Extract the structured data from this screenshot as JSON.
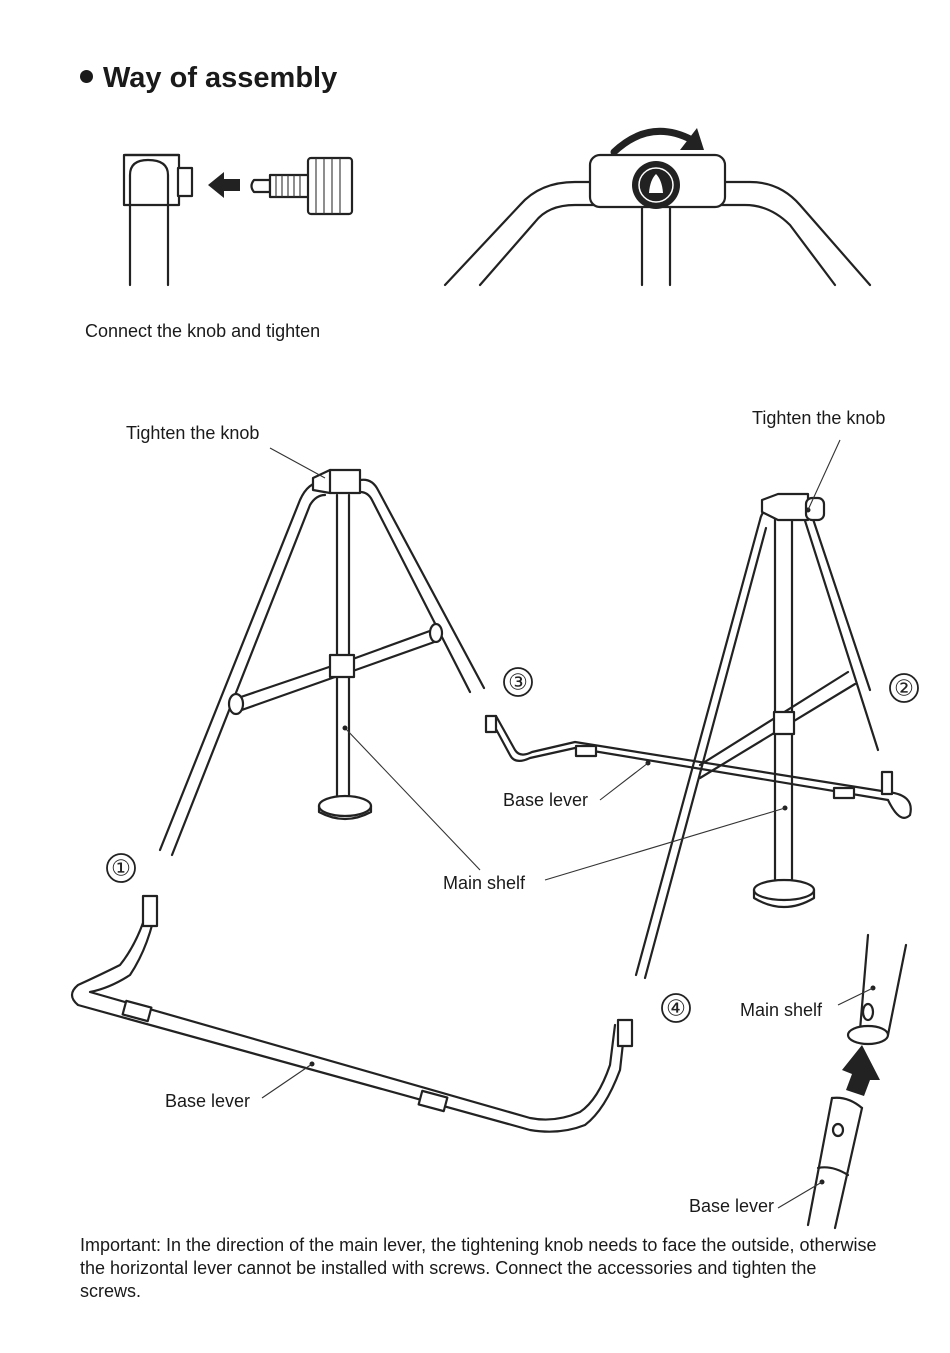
{
  "heading": "Way of assembly",
  "captions": {
    "connect": "Connect the knob and tighten",
    "tighten_left": "Tighten the knob",
    "tighten_right": "Tighten the knob",
    "base_lever_mid": "Base lever",
    "main_shelf_mid": "Main shelf",
    "base_lever_bottom": "Base lever",
    "main_shelf_detail": "Main shelf",
    "base_lever_detail": "Base lever"
  },
  "step_numbers": [
    "①",
    "②",
    "③",
    "④"
  ],
  "important_note": "Important: In the direction of the main lever, the tightening knob needs to face the outside, otherwise the horizontal lever cannot be installed with screws. Connect the accessories and tighten the screws.",
  "icons": [
    "arrow-left-icon",
    "rotate-arrow-icon",
    "knob-icon",
    "arrow-up-icon"
  ]
}
